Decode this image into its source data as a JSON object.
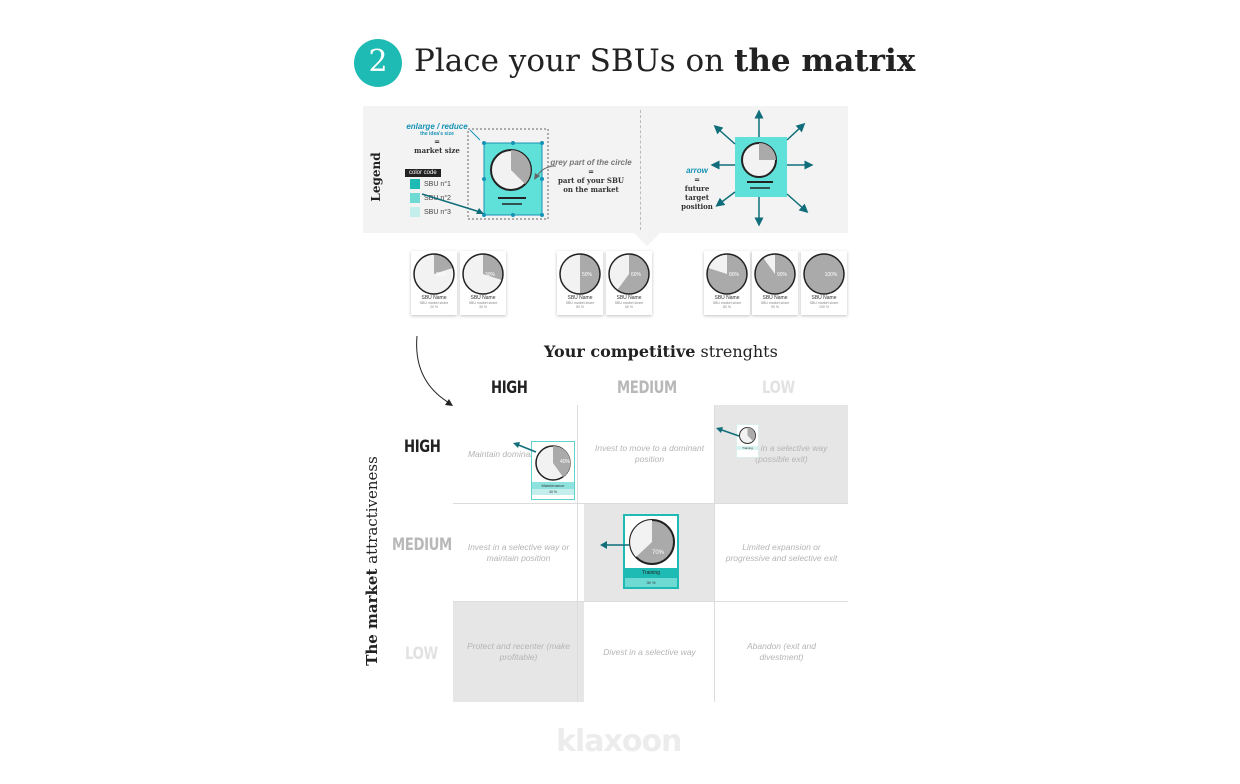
{
  "header": {
    "step_number": "2",
    "title_prefix": "Place your SBUs on ",
    "title_bold": "the matrix"
  },
  "legend": {
    "label": "Legend",
    "enlarge_reduce": "enlarge / reduce",
    "ideas_size": "the idea's size",
    "equals": "=",
    "market_size": "market size",
    "grey_part": "grey part of the circle",
    "part_of_sbu": "part of your SBU",
    "on_the_market": "on the market",
    "color_code": "color code",
    "sbu_items": [
      {
        "label": "SBU n°1",
        "color": "#1ebbb4"
      },
      {
        "label": "SBU n°2",
        "color": "#6fd9d3"
      },
      {
        "label": "SBU n°3",
        "color": "#c4eeeb"
      }
    ],
    "arrow": "arrow",
    "future_target": "future target",
    "position": "position",
    "accent_color": "#5fe0d8"
  },
  "sample_cards": [
    {
      "percent": "20%",
      "name": "SBU Name",
      "sub": "SBU market share",
      "pct_line": "20 %"
    },
    {
      "percent": "30%",
      "name": "SBU Name",
      "sub": "SBU market share",
      "pct_line": "30 %"
    },
    {
      "percent": "50%",
      "name": "SBU Name",
      "sub": "SBU market share",
      "pct_line": "50 %"
    },
    {
      "percent": "60%",
      "name": "SBU Name",
      "sub": "SBU market share",
      "pct_line": "60 %"
    },
    {
      "percent": "80%",
      "name": "SBU Name",
      "sub": "SBU market share",
      "pct_line": "80 %"
    },
    {
      "percent": "90%",
      "name": "SBU Name",
      "sub": "SBU market share",
      "pct_line": "90 %"
    },
    {
      "percent": "100%",
      "name": "SBU Name",
      "sub": "SBU market share",
      "pct_line": "100 %"
    }
  ],
  "matrix": {
    "x_axis_bold": "Your competitive",
    "x_axis_rest": " strenghts",
    "y_axis_bold": "The market",
    "y_axis_rest": " attractiveness",
    "col_levels": [
      "HIGH",
      "MEDIUM",
      "LOW"
    ],
    "row_levels": [
      "HIGH",
      "MEDIUM",
      "LOW"
    ],
    "cells": [
      [
        "Maintain dominant position",
        "Invest to move to a dominant position",
        "Invest in a selective way (possible exit)"
      ],
      [
        "Invest in a selective way or maintain position",
        "",
        "Limited expansion or progressive and selective exit"
      ],
      [
        "Protect and recenter (make profitable)",
        "Divest in a selective way",
        "Abandon (exit and divestment)"
      ]
    ],
    "placed_sbus": [
      {
        "percent": "40%",
        "name": "Maintenance",
        "pct_line": "40 %"
      },
      {
        "percent": "",
        "name": "Training",
        "pct_line": ""
      },
      {
        "percent": "70%",
        "name": "Training",
        "pct_line": "30 %"
      }
    ]
  },
  "footer": {
    "brand": "klaxoon"
  }
}
